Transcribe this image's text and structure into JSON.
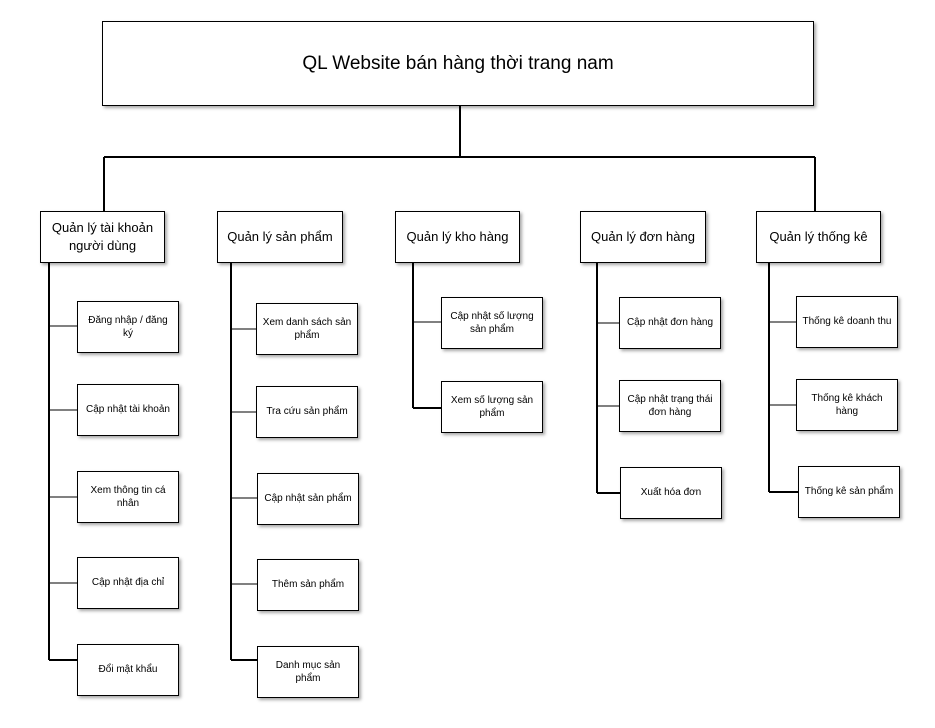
{
  "root": {
    "label": "QL Website bán hàng thời trang nam"
  },
  "categories": [
    {
      "label": "Quản lý tài khoản người dùng",
      "items": [
        "Đăng nhập / đăng ký",
        "Cập nhật tài khoản",
        "Xem thông tin cá nhân",
        "Cập nhật địa chỉ",
        "Đổi mật khẩu"
      ]
    },
    {
      "label": "Quản lý sản phẩm",
      "items": [
        "Xem danh sách sản phẩm",
        "Tra cứu sản phẩm",
        "Cập nhật sản phẩm",
        "Thêm sản phẩm",
        "Danh mục sản phẩm"
      ]
    },
    {
      "label": "Quản lý kho hàng",
      "items": [
        "Cập nhật số lượng sản phẩm",
        "Xem số lượng sản phẩm"
      ]
    },
    {
      "label": "Quản lý đơn hàng",
      "items": [
        "Cập nhật đơn hàng",
        "Cập nhật trạng thái đơn hàng",
        "Xuất hóa đơn"
      ]
    },
    {
      "label": "Quản lý thống kê",
      "items": [
        "Thống kê doanh thu",
        "Thống kê khách hàng",
        "Thống kê sản phẩm"
      ]
    }
  ]
}
